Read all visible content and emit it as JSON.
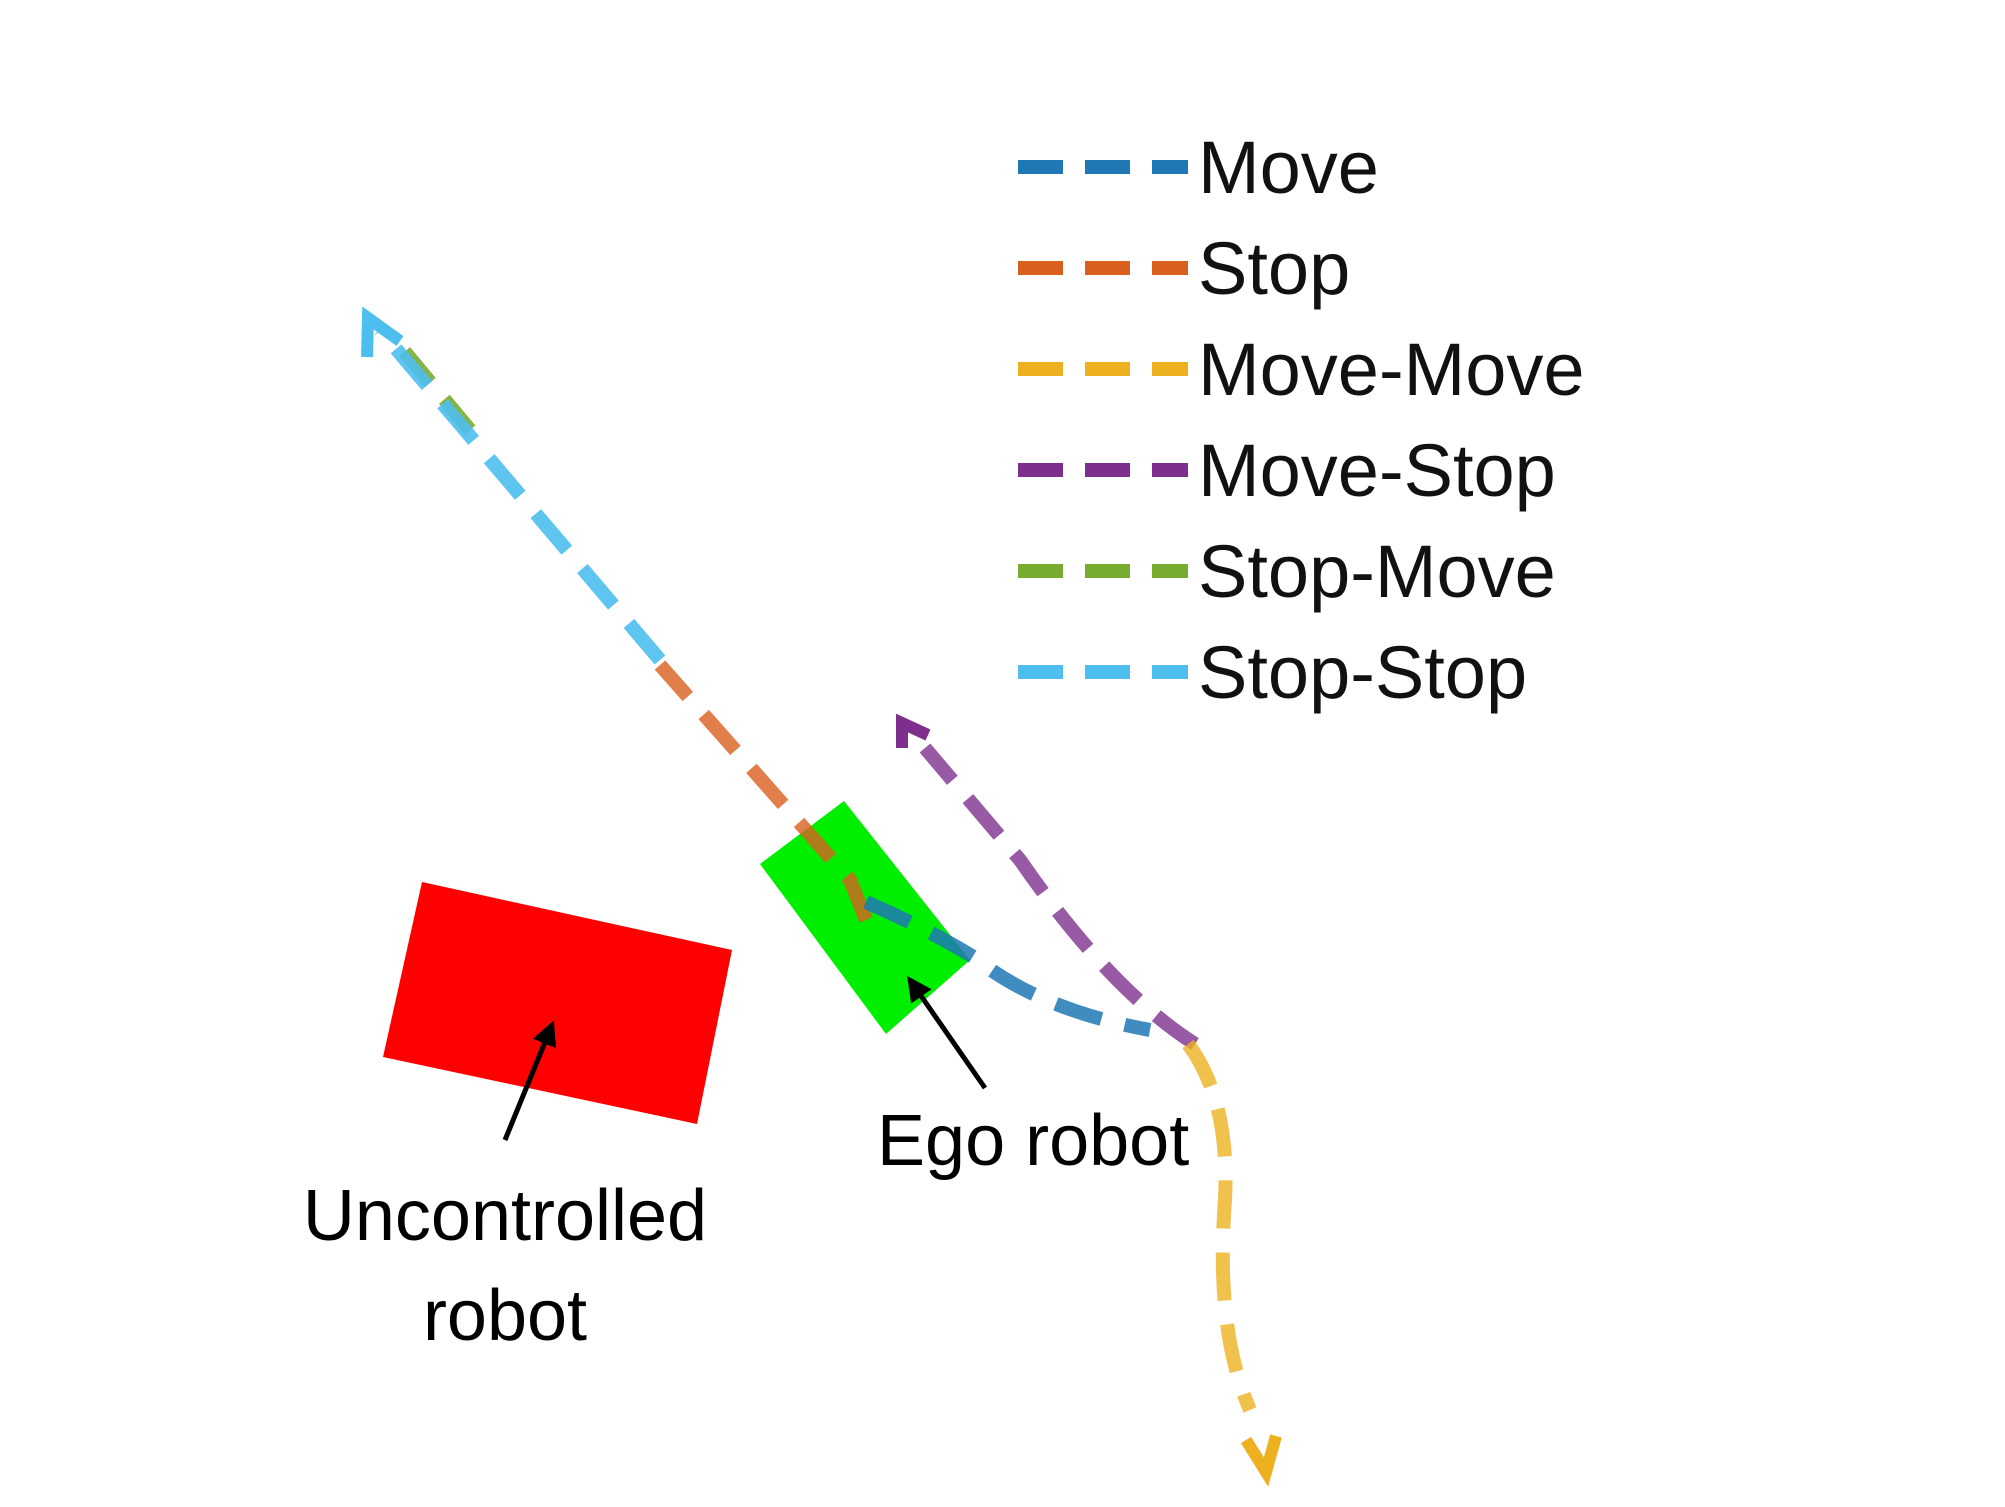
{
  "legend": {
    "items": [
      {
        "label": "Move",
        "color": "#1f77b4"
      },
      {
        "label": "Stop",
        "color": "#d95f1e"
      },
      {
        "label": "Move-Move",
        "color": "#edb120"
      },
      {
        "label": "Move-Stop",
        "color": "#7e2f8e"
      },
      {
        "label": "Stop-Move",
        "color": "#77ac30"
      },
      {
        "label": "Stop-Stop",
        "color": "#4dbeee"
      }
    ]
  },
  "annotations": {
    "ego_label": "Ego robot",
    "uncontrolled_label_line1": "Uncontrolled",
    "uncontrolled_label_line2": "robot"
  },
  "robots": {
    "ego_color": "#00ee00",
    "uncontrolled_color": "#ff0000"
  }
}
